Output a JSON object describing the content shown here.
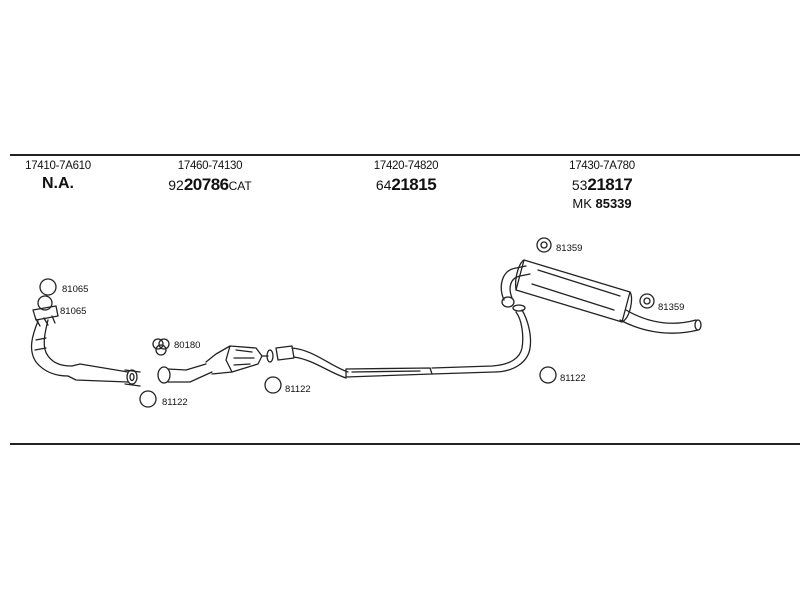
{
  "header_parts": [
    {
      "oe": "17410-7A610",
      "number": {
        "prefix": "",
        "main": "N.A.",
        "suffix": ""
      }
    },
    {
      "oe": "17460-74130",
      "number": {
        "prefix": "92",
        "main": "20786",
        "suffix": "CAT"
      }
    },
    {
      "oe": "17420-74820",
      "number": {
        "prefix": "64",
        "main": "21815",
        "suffix": ""
      }
    },
    {
      "oe": "17430-7A780",
      "number": {
        "prefix": "53",
        "main": "21817",
        "suffix": ""
      },
      "extra": {
        "prefix": "MK",
        "main": "85339"
      }
    }
  ],
  "callouts": {
    "c1": "81065",
    "c2": "81065",
    "c3": "80180",
    "c4": "81122",
    "c5": "81122",
    "c6": "81359",
    "c7": "81359",
    "c8": "81122"
  },
  "colors": {
    "line": "#222222",
    "background": "#ffffff"
  }
}
